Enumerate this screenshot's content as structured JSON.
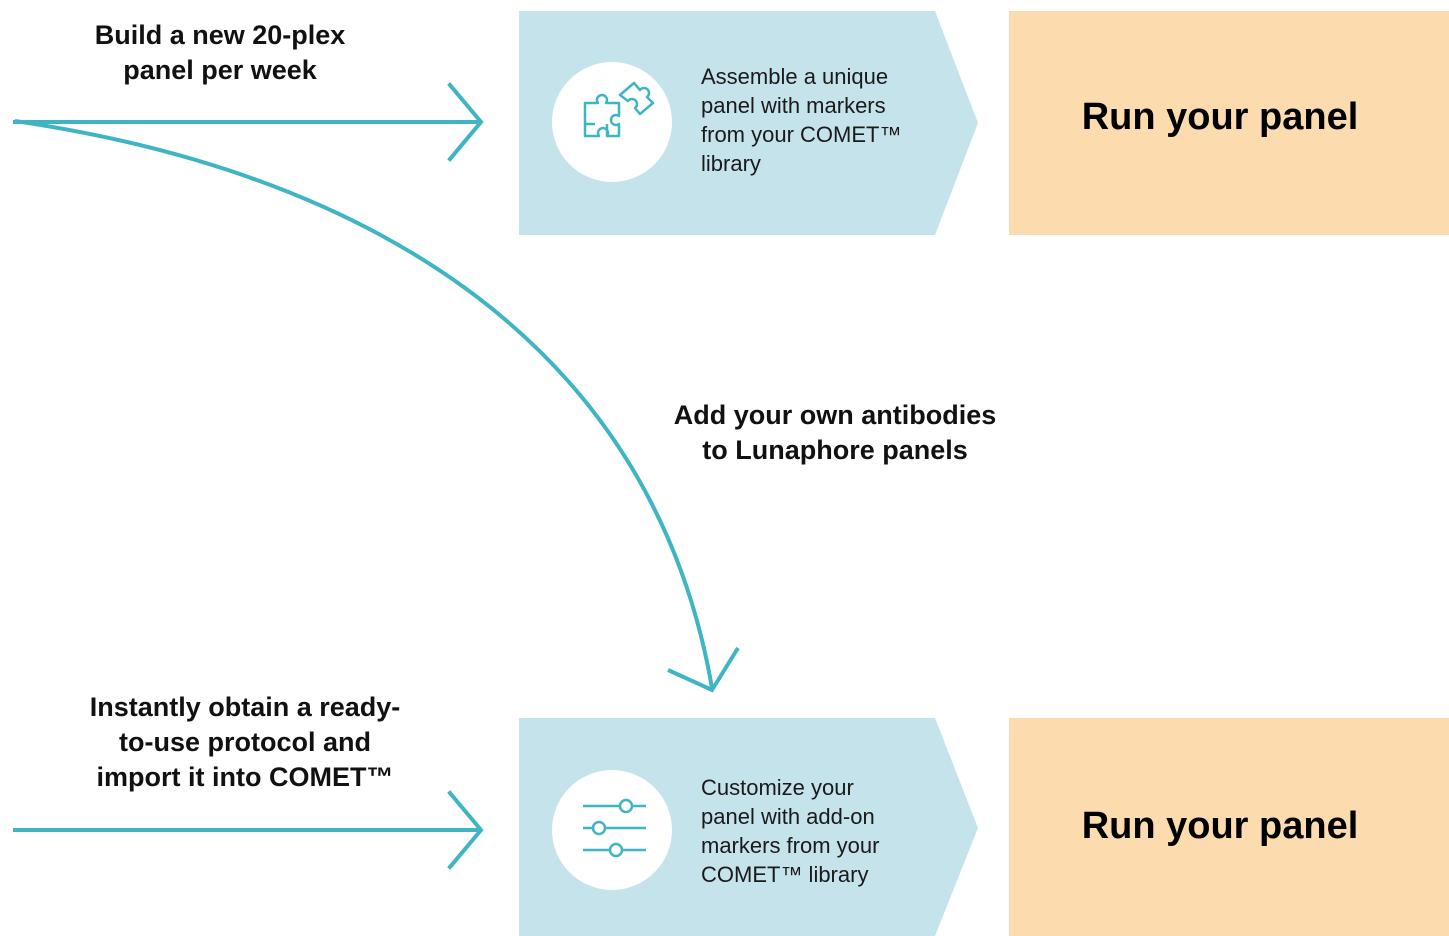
{
  "colors": {
    "teal": "#3fb5c4",
    "light_blue": "#c5e3ea",
    "peach": "#fcdcaf",
    "white": "#ffffff"
  },
  "top": {
    "label_line1": "Build a new 20-plex",
    "label_line2": "panel per week",
    "step": {
      "icon": "puzzle-icon",
      "lines": [
        "Assemble a unique",
        "panel with markers",
        "from your COMET™",
        "library"
      ]
    },
    "run_label": "Run your panel"
  },
  "middle": {
    "label_line1": "Add your own antibodies",
    "label_line2": "to Lunaphore panels"
  },
  "bottom": {
    "label_line1": "Instantly obtain a ready-",
    "label_line2": "to-use protocol and",
    "label_line3": "import it into COMET™",
    "step": {
      "icon": "sliders-icon",
      "lines": [
        "Customize your",
        "panel with add-on",
        "markers from your",
        "COMET™ library"
      ]
    },
    "run_label": "Run your panel"
  }
}
